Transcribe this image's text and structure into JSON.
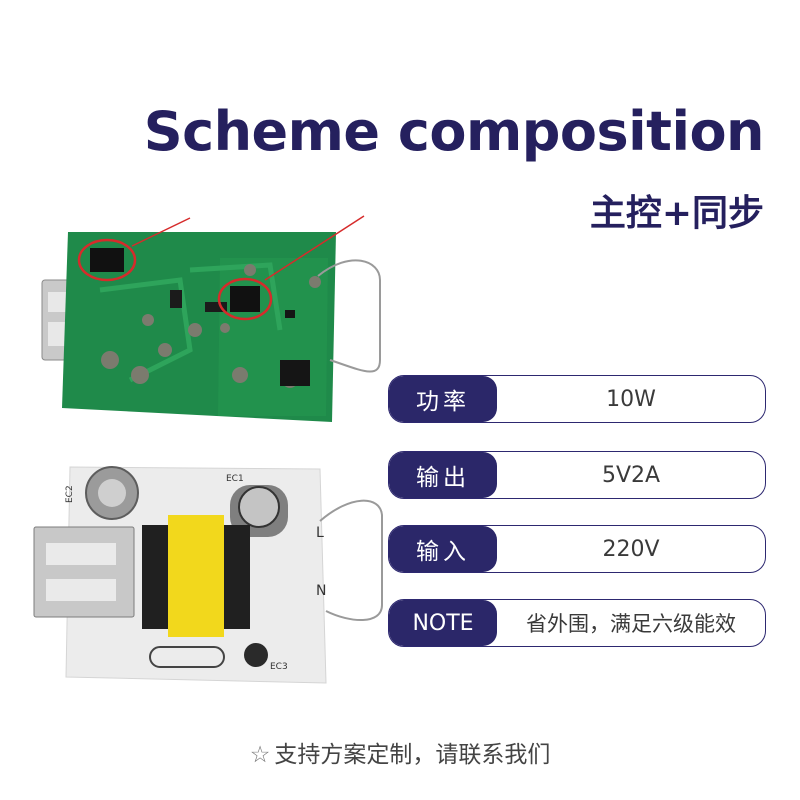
{
  "header": {
    "title": "Scheme composition",
    "subtitle": "主控+同步"
  },
  "specs": [
    {
      "label": "功率",
      "value": "10W"
    },
    {
      "label": "输出",
      "value": "5V2A"
    },
    {
      "label": "输入",
      "value": "220V"
    },
    {
      "label": "NOTE",
      "value": "省外围，满足六级能效"
    }
  ],
  "footer": {
    "icon": "star-outline-icon",
    "text": "支持方案定制，请联系我们"
  },
  "board_labels": {
    "ec1": "EC1",
    "ec2": "EC2",
    "ec3": "EC3",
    "l": "L",
    "n": "N"
  },
  "colors": {
    "brand": "#25205e",
    "label_bg": "#2b2769",
    "pcb_green": "#1f8a4a",
    "highlight": "#d62b2b",
    "transformer": "#f2d81c"
  }
}
